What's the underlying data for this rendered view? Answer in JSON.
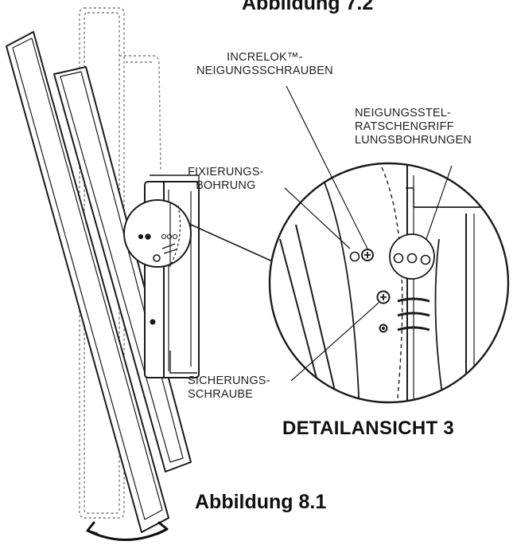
{
  "figure_top": "Abbildung 7.2",
  "figure_bottom": "Abbildung 8.1",
  "detail_title": "DETAILANSICHT 3",
  "callouts": {
    "increlok": [
      "INCRELOK™-",
      "NEIGUNGSSCHRAUBEN"
    ],
    "ratchet": [
      "NEIGUNGSSTEL-",
      "RATSCHENGRIFF",
      "LUNGSBOHRUNGEN"
    ],
    "fixing_hole": [
      "FIXIERUNGS-",
      "BOHRUNG"
    ],
    "security_screw": [
      "SICHERUNGS-",
      "SCHRAUBE"
    ]
  },
  "colors": {
    "line": "#1a1a1a",
    "dashed": "#777777",
    "text": "#222222"
  },
  "icons": [
    "tilt-arrow-icon",
    "screw-head-icon"
  ]
}
